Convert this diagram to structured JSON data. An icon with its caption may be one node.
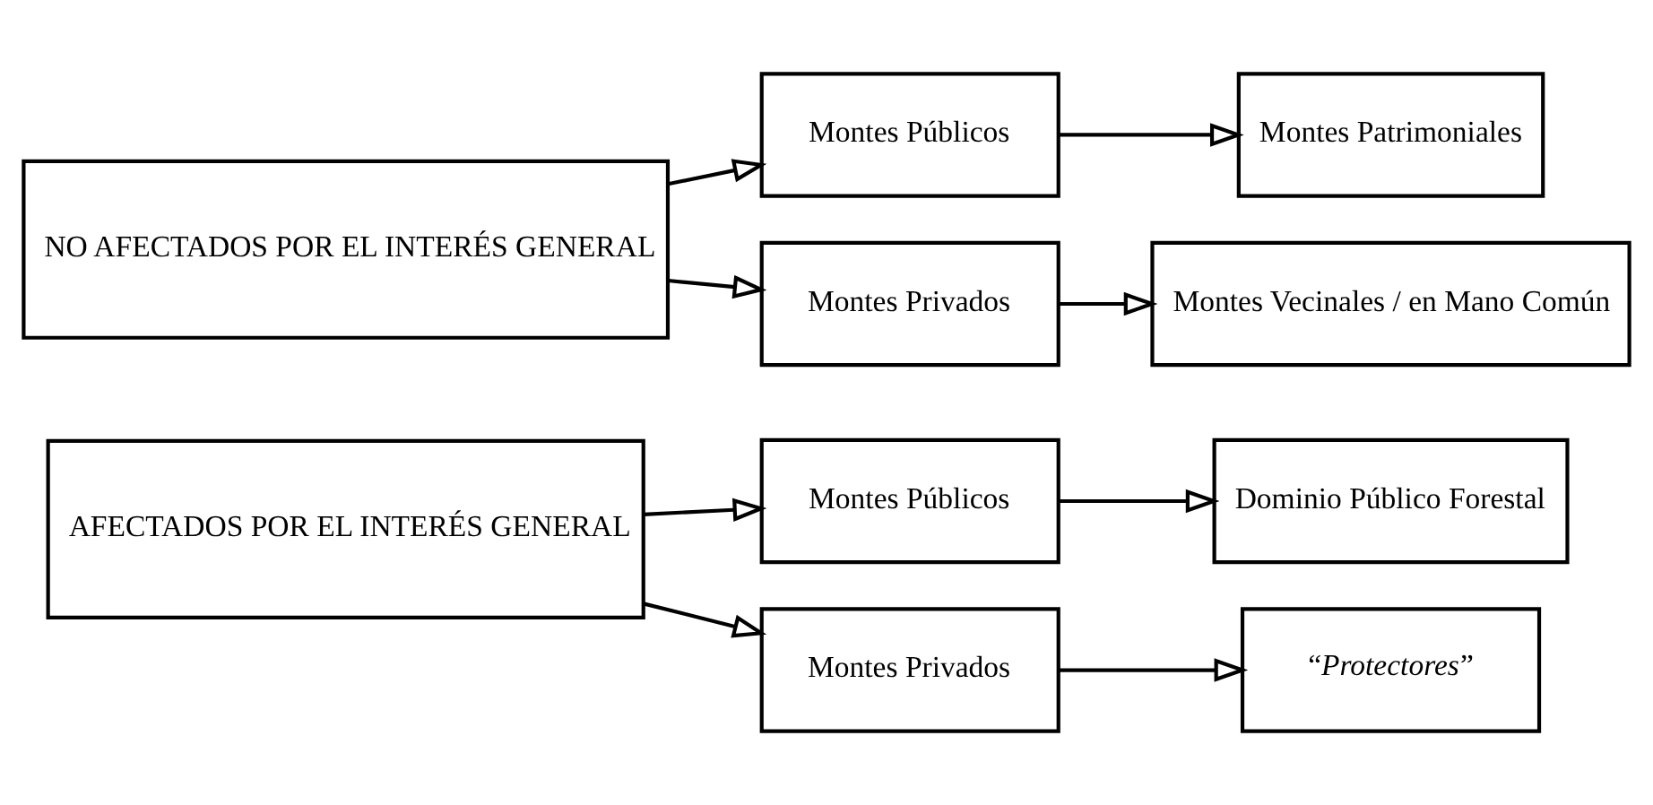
{
  "diagram": {
    "nodes": [
      {
        "text": [
          "AFECTADOS POR EL INTERÉS GENERAL"
        ]
      },
      {
        "text": [
          "Montes Públicos"
        ]
      },
      {
        "text": [
          "Dominio Público Forestal"
        ]
      },
      {
        "text": [
          "Montes Privados"
        ]
      },
      {
        "text": [
          "“*Protectores*”"
        ]
      },
      {
        "text": [
          "NO AFECTADOS POR EL INTERÉS GENERAL"
        ]
      },
      {
        "text": [
          "Montes Públicos"
        ]
      },
      {
        "text": [
          "Montes Patrimoniales"
        ]
      },
      {
        "text": [
          "Montes Privados"
        ]
      },
      {
        "text": [
          "Montes Vecinales / en Mano Común"
        ]
      }
    ],
    "edges": [
      {
        "from": 0,
        "to": 1,
        "arrow": "to"
      },
      {
        "from": 0,
        "to": 3,
        "arrow": "to"
      },
      {
        "from": 1,
        "to": 2,
        "arrow": "to"
      },
      {
        "from": 3,
        "to": 4,
        "arrow": "to"
      },
      {
        "from": 5,
        "to": 6,
        "arrow": "to"
      },
      {
        "from": 5,
        "to": 8,
        "arrow": "to"
      },
      {
        "from": 6,
        "to": 7,
        "arrow": "to"
      },
      {
        "from": 8,
        "to": 9,
        "arrow": "to"
      }
    ]
  }
}
